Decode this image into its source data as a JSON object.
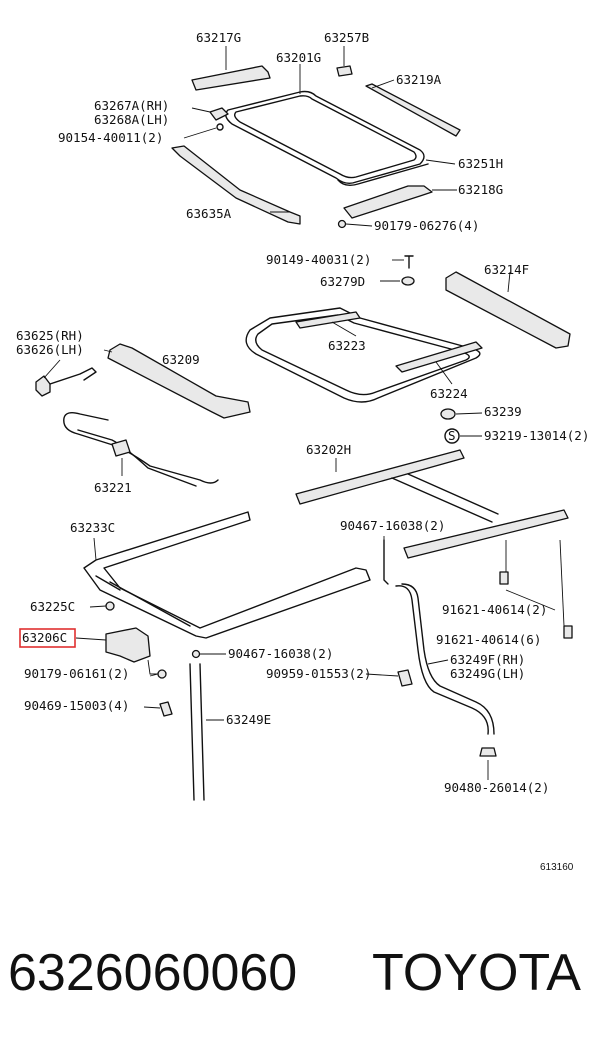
{
  "labels": {
    "p63217G": "63217G",
    "p63257B": "63257B",
    "p63201G": "63201G",
    "p63219A": "63219A",
    "p63267A": "63267A(RH)",
    "p63268A": "63268A(LH)",
    "p90154": "90154-40011(2)",
    "p63251H": "63251H",
    "p63218G": "63218G",
    "p63635A": "63635A",
    "p90179_06276": "90179-06276(4)",
    "p90149": "90149-40031(2)",
    "p63214F": "63214F",
    "p63279D": "63279D",
    "p63625": "63625(RH)",
    "p63626": "63626(LH)",
    "p63209": "63209",
    "p63223": "63223",
    "p63224": "63224",
    "p63239": "63239",
    "p93219": "93219-13014(2)",
    "p63202H": "63202H",
    "p63221": "63221",
    "p63233C": "63233C",
    "p90467_a": "90467-16038(2)",
    "p63225C": "63225C",
    "p63206C": "63206C",
    "p91621_a": "91621-40614(2)",
    "p91621_b": "91621-40614(6)",
    "p90467_b": "90467-16038(2)",
    "p90179_06161": "90179-06161(2)",
    "p63249F": "63249F(RH)",
    "p63249G": "63249G(LH)",
    "p90959": "90959-01553(2)",
    "p90469": "90469-15003(4)",
    "p63249E": "63249E",
    "p90480": "90480-26014(2)",
    "s_symbol": "S"
  },
  "figure_number": "613160",
  "part_number": "6326060060",
  "brand": "TOYOTA",
  "highlight_color": "#e03030"
}
